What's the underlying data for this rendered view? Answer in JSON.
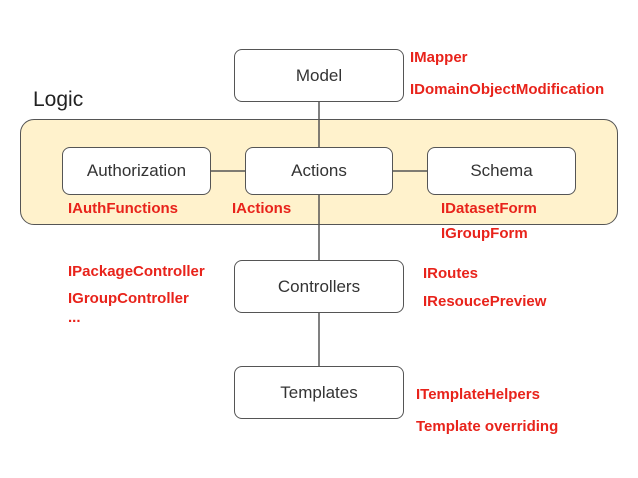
{
  "group": {
    "label": "Logic",
    "fill_color": "#fff2cc"
  },
  "nodes": {
    "model": "Model",
    "authorization": "Authorization",
    "actions": "Actions",
    "schema": "Schema",
    "controllers": "Controllers",
    "templates": "Templates"
  },
  "annotations": {
    "model_1": "IMapper",
    "model_2": "IDomainObjectModification",
    "authorization_1": "IAuthFunctions",
    "actions_1": "IActions",
    "schema_1": "IDatasetForm",
    "schema_2": "IGroupForm",
    "controllers_left_1": "IPackageController",
    "controllers_left_2": "IGroupController",
    "controllers_left_3": "...",
    "controllers_right_1": "IRoutes",
    "controllers_right_2": "IResoucePreview",
    "templates_1": "ITemplateHelpers",
    "templates_2": "Template overriding"
  },
  "colors": {
    "annotation": "#e8231b",
    "edge": "#555555",
    "node_border": "#555555"
  }
}
